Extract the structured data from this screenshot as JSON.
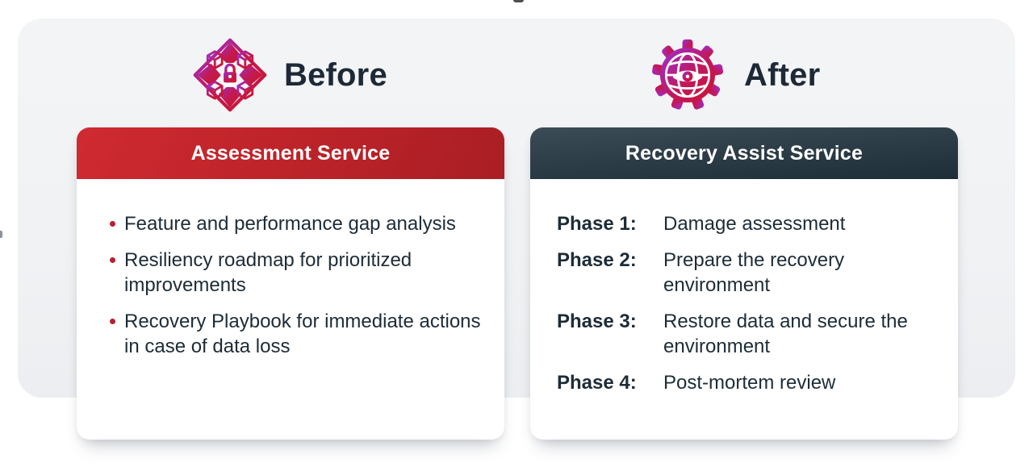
{
  "before": {
    "heading": "Before",
    "icon": "shield-lock-ornament-icon",
    "card": {
      "title": "Assessment Service",
      "items": [
        "Feature and performance gap analysis",
        "Resiliency roadmap for prioritized improvements",
        "Recovery Playbook for immediate actions in case of data loss"
      ]
    }
  },
  "after": {
    "heading": "After",
    "icon": "gear-globe-eye-icon",
    "card": {
      "title": "Recovery Assist Service",
      "phases": [
        {
          "label": "Phase 1:",
          "desc": "Damage assessment"
        },
        {
          "label": "Phase 2:",
          "desc": "Prepare the recovery environment"
        },
        {
          "label": "Phase 3:",
          "desc": "Restore data and secure the environment"
        },
        {
          "label": "Phase 4:",
          "desc": "Post-mortem review"
        }
      ]
    }
  },
  "colors": {
    "assessment_header_red": "#bb2329",
    "recovery_header_slate": "#2b3b46",
    "bullet_red": "#b22231",
    "body_text": "#1d2c37",
    "heading_text": "#1d2936",
    "panel_background": "#f1f2f4",
    "card_background": "#ffffff",
    "icon_gradient_start": "#9b2fd6",
    "icon_gradient_end": "#d01128"
  }
}
